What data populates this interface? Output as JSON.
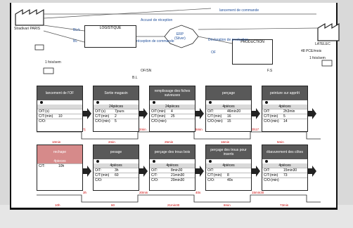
{
  "supplier": {
    "name": "Stradivari PARIS"
  },
  "customer": {
    "name": "LATELEC",
    "demand": "48 PCE/mois",
    "frequency": "1 fois/sem"
  },
  "supplier_freq": "1 fois/sem",
  "logistics": {
    "label": "LOGISTIQUE"
  },
  "erp": {
    "line1": "ERP",
    "line2": "(Silver)"
  },
  "production": {
    "label": "PRODUCTION"
  },
  "flows": {
    "lancement_commande": "lancement de commande",
    "accuse_reception": "Accusé de réception",
    "bl_top": "BL/c",
    "bl": "BL",
    "reception_commande": "réception de commande",
    "declaration_production": "Déclaration de production",
    "of": "OF",
    "of_sn": "OF/SN",
    "bl_small": "B.L",
    "fs": "F.S"
  },
  "processes_row1": [
    {
      "title": "lancement de l'OF",
      "pieces": "",
      "rows": [
        [
          "O/T:(s)",
          ""
        ],
        [
          "C/T:(min)",
          "10"
        ],
        [
          "C/O:",
          ""
        ]
      ]
    },
    {
      "title": "Sortie magasin",
      "pieces": "24pièces",
      "rows": [
        [
          "O/T:(s)",
          "7jours"
        ],
        [
          "C/T:(min)",
          "2"
        ],
        [
          "C/O:(min)",
          "5"
        ]
      ]
    },
    {
      "title": "remplissage des fiches suiveuses",
      "pieces": "24pièces",
      "rows": [
        [
          "O/T:(min)",
          "4"
        ],
        [
          "C/T:(min)",
          "25"
        ],
        [
          "C/O:(min)",
          ""
        ]
      ]
    },
    {
      "title": "perçage",
      "pieces": "4pièces",
      "rows": [
        [
          "O/T:",
          "46min20"
        ],
        [
          "C/T:(min)",
          "16"
        ],
        [
          "C/O:(min)",
          "15"
        ]
      ]
    },
    {
      "title": "peinture sur apprêt",
      "pieces": "4pièces",
      "rows": [
        [
          "O/T:",
          "2h3min"
        ],
        [
          "C/T:(min)",
          "5"
        ],
        [
          "C/O:(min)",
          "14"
        ]
      ]
    }
  ],
  "processes_row2": [
    {
      "title": "rechape",
      "pieces": "4pieces",
      "rows": [
        [
          "C/T:",
          "10h"
        ]
      ],
      "pink": true
    },
    {
      "title": "pesage",
      "pieces": "4pièces",
      "rows": [
        [
          "O/T:",
          "3h"
        ],
        [
          "C/T:(min)",
          "60"
        ],
        [
          "C/O:",
          ""
        ]
      ]
    },
    {
      "title": "perçage des trous bois",
      "pieces": "4pièces",
      "rows": [
        [
          "O/T:",
          "8min30"
        ],
        [
          "C/T:",
          "21min30"
        ],
        [
          "C/O:",
          "20min30"
        ]
      ]
    },
    {
      "title": "perçage des trous pour inserts",
      "pieces": "4pièces",
      "rows": [
        [
          "O/T:",
          ""
        ],
        [
          "C/T:(min)",
          "8"
        ],
        [
          "C/O:",
          "40s"
        ]
      ]
    },
    {
      "title": "ébavurement des côtes",
      "pieces": "4pièces",
      "rows": [
        [
          "O/T:",
          "15min30"
        ],
        [
          "C/T:(min)",
          "73"
        ],
        [
          "C/O:(min)",
          ""
        ]
      ]
    }
  ],
  "timeline1_top": [
    "7j",
    "2min",
    "5min",
    "3h17"
  ],
  "timeline1_bot": [
    "10min",
    "2min",
    "25min",
    "16min",
    "5min"
  ],
  "timeline2_top": [
    "3h",
    "20min",
    "40s",
    "15min30"
  ],
  "timeline2_bot": [
    "10h",
    "60",
    "21min30",
    "8min",
    "73min"
  ]
}
